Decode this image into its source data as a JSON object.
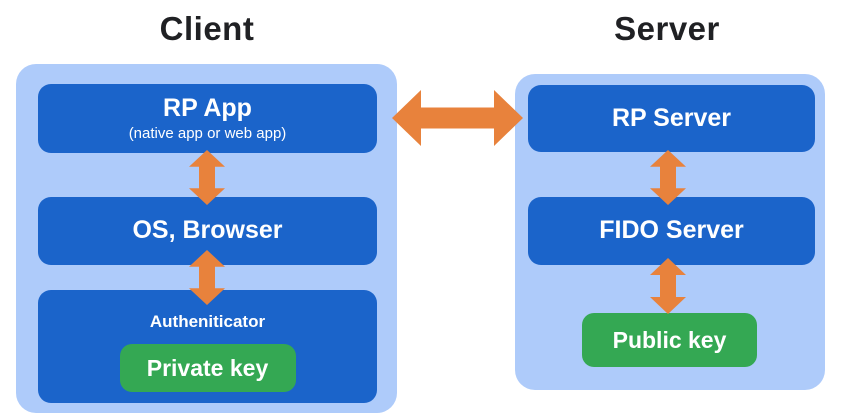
{
  "client": {
    "title": "Client",
    "rp_app": {
      "label": "RP App",
      "sublabel": "(native app or web app)"
    },
    "os_browser": {
      "label": "OS, Browser"
    },
    "authenticator": {
      "label": "Autheniticator",
      "key_label": "Private key"
    }
  },
  "server": {
    "title": "Server",
    "rp_server": {
      "label": "RP Server"
    },
    "fido_server": {
      "label": "FIDO Server"
    },
    "public_key": {
      "label": "Public key"
    }
  },
  "icons": {
    "vertical_arrows": "double-arrow-vertical",
    "horizontal_arrow": "double-arrow-horizontal"
  },
  "colors": {
    "container_bg": "#aecbfa",
    "box_bg": "#1b64ca",
    "key_bg": "#34a853",
    "arrow": "#e8823c",
    "title_text": "#202124",
    "box_text": "#ffffff"
  }
}
